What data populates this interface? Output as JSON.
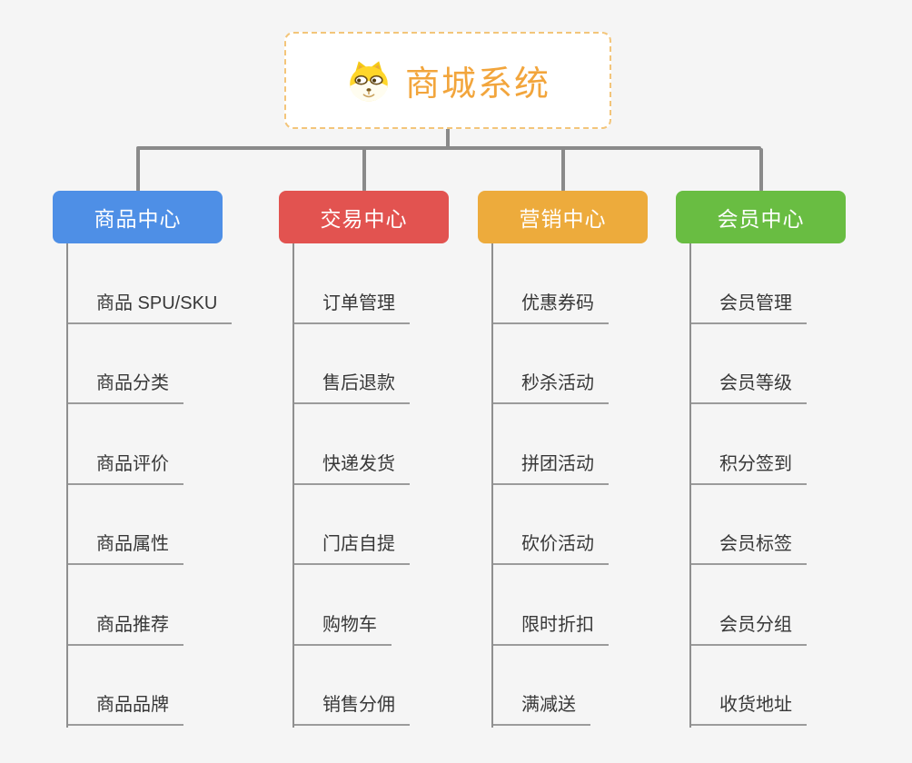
{
  "root": {
    "title": "商城系统",
    "icon": "doge-face-icon",
    "title_color": "#f2a53c",
    "border_color": "#f3c57a"
  },
  "connector_color": "#8a8a8a",
  "background_color": "#f5f5f5",
  "branches": [
    {
      "label": "商品中心",
      "color": "#4e8fe6",
      "children": [
        "商品 SPU/SKU",
        "商品分类",
        "商品评价",
        "商品属性",
        "商品推荐",
        "商品品牌"
      ]
    },
    {
      "label": "交易中心",
      "color": "#e25350",
      "children": [
        "订单管理",
        "售后退款",
        "快递发货",
        "门店自提",
        "购物车",
        "销售分佣"
      ]
    },
    {
      "label": "营销中心",
      "color": "#edab3c",
      "children": [
        "优惠券码",
        "秒杀活动",
        "拼团活动",
        "砍价活动",
        "限时折扣",
        "满减送"
      ]
    },
    {
      "label": "会员中心",
      "color": "#69bd42",
      "children": [
        "会员管理",
        "会员等级",
        "积分签到",
        "会员标签",
        "会员分组",
        "收货地址"
      ]
    }
  ]
}
